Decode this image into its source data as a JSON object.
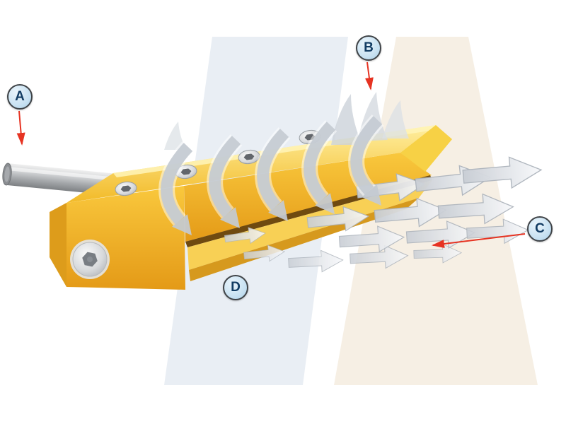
{
  "figure": {
    "name": "air-knife-airflow-diagram",
    "labels": [
      {
        "letter": "A"
      },
      {
        "letter": "B"
      },
      {
        "letter": "C"
      },
      {
        "letter": "D"
      }
    ],
    "colors": {
      "body_yellow": "#f2ba28",
      "body_yellow_light": "#ffefa0",
      "body_yellow_dark": "#e49a17",
      "pointer_red": "#e63322",
      "badge_fill": "#c6e0f1",
      "badge_border": "#3f4347",
      "badge_text": "#123c63",
      "airflow_gray": "#c4cad2",
      "pipe_silver": "#a8abae",
      "background_band_blue": "#e9eef4",
      "background_band_beige": "#f6efe4"
    }
  }
}
